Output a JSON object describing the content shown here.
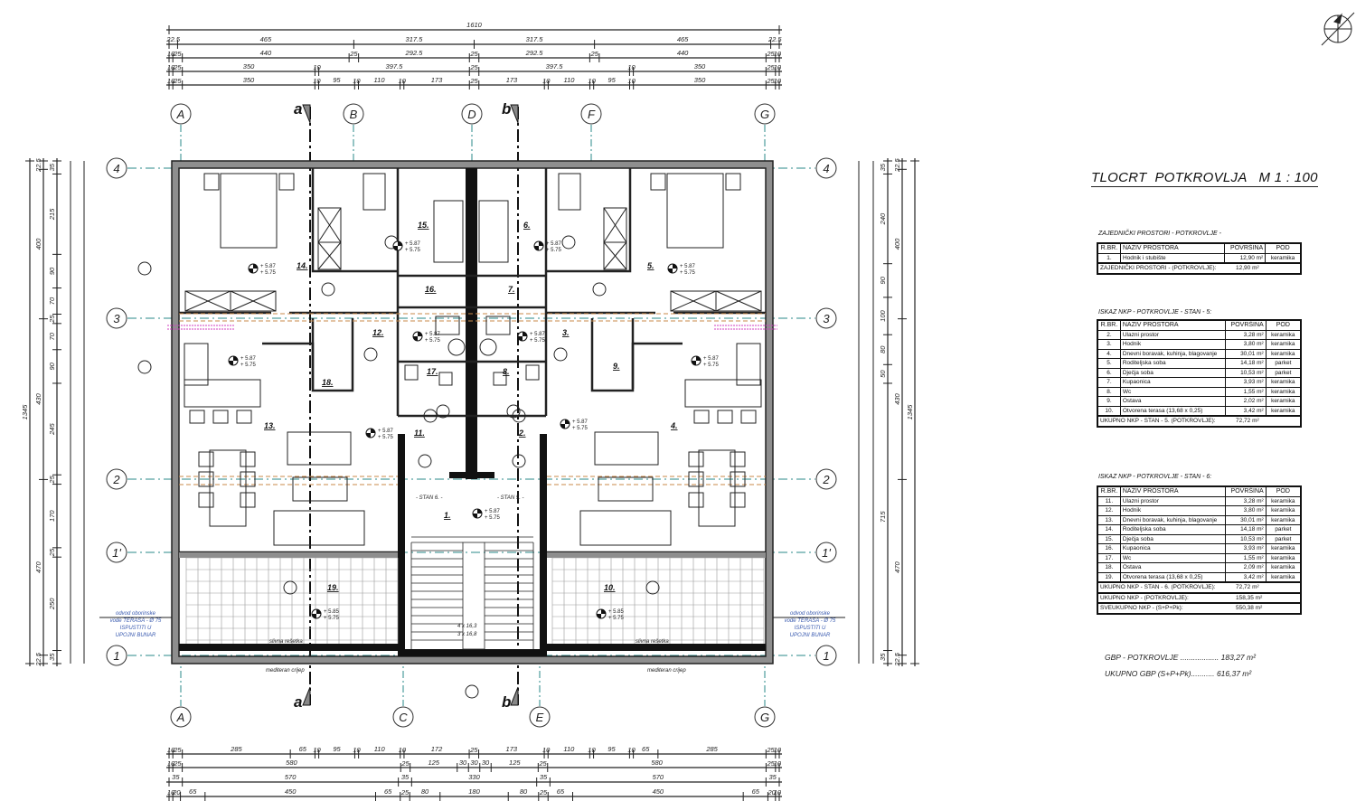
{
  "title": "TLOCRT  POTKROVLJA   M 1 : 100",
  "plan": {
    "axes_top": [
      "A",
      "B",
      "D",
      "F",
      "G"
    ],
    "axes_bottom": [
      "A",
      "C",
      "E",
      "G"
    ],
    "axes_rows": [
      "4",
      "3",
      "2",
      "1'",
      "1"
    ],
    "sections": [
      "a",
      "b"
    ],
    "dims_top": [
      [
        1610
      ],
      [
        22.5,
        465,
        317.5,
        317.5,
        465,
        22.5
      ],
      [
        10,
        25,
        440,
        25,
        292.5,
        25,
        292.5,
        25,
        440,
        25,
        10
      ],
      [
        10,
        25,
        350,
        10,
        397.5,
        25,
        397.5,
        10,
        350,
        25,
        10
      ],
      [
        10,
        25,
        350,
        10,
        95,
        10,
        110,
        10,
        173,
        25,
        173,
        10,
        110,
        10,
        95,
        10,
        350,
        25,
        10
      ]
    ],
    "dims_bottom": [
      [
        10,
        25,
        285,
        65,
        10,
        95,
        10,
        110,
        10,
        172,
        25,
        173,
        10,
        110,
        10,
        95,
        10,
        65,
        285,
        25,
        10
      ],
      [
        10,
        25,
        580,
        25,
        125,
        30,
        30,
        30,
        125,
        25,
        580,
        25,
        10
      ],
      [
        35,
        570,
        35,
        330,
        35,
        570,
        35
      ],
      [
        10,
        20,
        65,
        450,
        65,
        25,
        80,
        180,
        80,
        25,
        65,
        450,
        65,
        20,
        10
      ]
    ],
    "dims_left": [
      [
        1345
      ],
      [
        22.5,
        400,
        430,
        470,
        22.5
      ],
      [
        35,
        215,
        90,
        70,
        25,
        70,
        90,
        245,
        25,
        170,
        25,
        250,
        35
      ]
    ],
    "dims_right": [
      [
        1345
      ],
      [
        22.5,
        400,
        430,
        470,
        22.5
      ],
      [
        35,
        240,
        90,
        100,
        80,
        50,
        715,
        35
      ]
    ],
    "rooms": [
      "14.",
      "15.",
      "6.",
      "5.",
      "16.",
      "7.",
      "12.",
      "3.",
      "18.",
      "9.",
      "17.",
      "8.",
      "13.",
      "11.",
      "2.",
      "4.",
      "1.",
      "19.",
      "10."
    ],
    "level": [
      "+ 5.87",
      "+ 5.75"
    ],
    "terrace_level": [
      "+ 5.85",
      "+ 5.75"
    ],
    "stan_labels": [
      "- STAN 6. -",
      "- STAN 5. -"
    ],
    "notes": {
      "drain_left": [
        "odvod oborinske",
        "vode TERASA - Ø 75",
        "ISPUSTITI U",
        "UPOJNI BUNAR"
      ],
      "drain_right": [
        "odvod oborinske",
        "vode TERASA - Ø 75",
        "ISPUSTITI U",
        "UPOJNI BUNAR"
      ],
      "grate": "slivna rešetka",
      "roof": "mediteran crijep",
      "stairs": [
        "4 x 16,3",
        "3 x 16,8"
      ]
    }
  },
  "table_common": {
    "title": "ZAJEDNIČKI PROSTORI - POTKROVLJE -",
    "headers": [
      "R.BR.",
      "NAZIV PROSTORA",
      "POVRŠINA",
      "POD"
    ],
    "rows": [
      [
        "1.",
        "Hodnik i stubište",
        "12,90  m²",
        "keramika"
      ]
    ],
    "sum_label": "ZAJEDNIČKI PROSTORI - (POTKROVLJE):",
    "sum_value": "12,90  m²"
  },
  "table_stan5": {
    "title": "ISKAZ  NKP - POTKROVLJE - STAN - 5:",
    "headers": [
      "R.BR.",
      "NAZIV PROSTORA",
      "POVRŠINA",
      "POD"
    ],
    "rows": [
      [
        "2.",
        "Ulazni prostor",
        "3,28  m²",
        "keramika"
      ],
      [
        "3.",
        "Hodnik",
        "3,80  m²",
        "keramika"
      ],
      [
        "4.",
        "Dnevni boravak, kuhinja, blagovanje",
        "30,01  m²",
        "keramika"
      ],
      [
        "5.",
        "Roditeljska soba",
        "14,18  m²",
        "parket"
      ],
      [
        "6.",
        "Dječja soba",
        "10,53  m²",
        "parket"
      ],
      [
        "7.",
        "Kupaonica",
        "3,93  m²",
        "keramika"
      ],
      [
        "8.",
        "Wc",
        "1,55  m²",
        "keramika"
      ],
      [
        "9.",
        "Ostava",
        "2,02  m²",
        "keramika"
      ],
      [
        "10.",
        "Otvorena terasa     (13,68 x 0,25)",
        "3,42  m²",
        "keramika"
      ]
    ],
    "sum_label": "UKUPNO NKP - STAN - 5.  (POTKROVLJE):",
    "sum_value": "72,72  m²"
  },
  "table_stan6": {
    "title": "ISKAZ  NKP - POTKROVLJE - STAN - 6:",
    "headers": [
      "R.BR.",
      "NAZIV PROSTORA",
      "POVRŠINA",
      "POD"
    ],
    "rows": [
      [
        "11.",
        "Ulazni prostor",
        "3,28  m²",
        "keramika"
      ],
      [
        "12.",
        "Hodnik",
        "3,80  m²",
        "keramika"
      ],
      [
        "13.",
        "Dnevni boravak, kuhinja, blagovanje",
        "30,01  m²",
        "keramika"
      ],
      [
        "14.",
        "Roditeljska soba",
        "14,18  m²",
        "parket"
      ],
      [
        "15.",
        "Dječja soba",
        "10,53  m²",
        "parket"
      ],
      [
        "16.",
        "Kupaonica",
        "3,93  m²",
        "keramika"
      ],
      [
        "17.",
        "Wc",
        "1,55  m²",
        "keramika"
      ],
      [
        "18.",
        "Ostava",
        "2,09  m²",
        "keramika"
      ],
      [
        "19.",
        "Otvorena terasa     (13,68 x 0,25)",
        "3,42  m²",
        "keramika"
      ]
    ],
    "sum_label": "UKUPNO NKP - STAN - 6.  (POTKROVLJE):",
    "sum_value": "72,72  m²",
    "total_label": "UKUPNO NKP - (POTKROVLJE):",
    "total_value": "158,35  m²",
    "grand_label": "SVEUKUPNO NKP - (S+P+Pk):",
    "grand_value": "550,38  m²"
  },
  "gbp": {
    "line1_label": "GBP - POTKROVLJE ..................",
    "line1_value": "183,27 m²",
    "line2_label": "UKUPNO GBP (S+P+Pk)...........",
    "line2_value": "616,37 m²"
  }
}
